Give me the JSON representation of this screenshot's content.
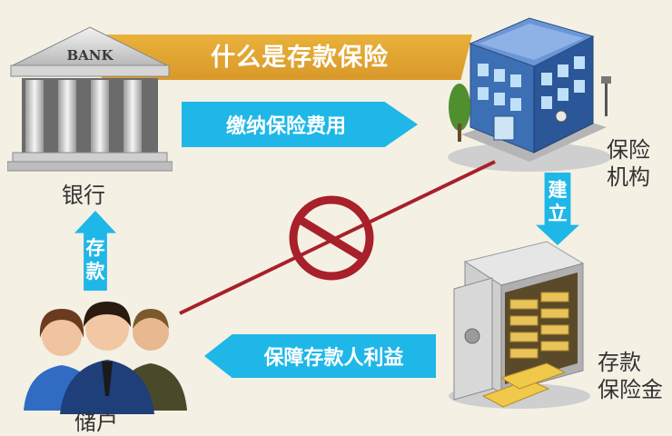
{
  "title": "什么是存款保险",
  "bank": {
    "sign": "BANK",
    "label": "银行"
  },
  "insurer": {
    "label_line1": "保险",
    "label_line2": "机构"
  },
  "fund": {
    "label_line1": "存款",
    "label_line2": "保险金"
  },
  "depositor": {
    "label": "储户"
  },
  "arrows": {
    "pay": "缴纳保险费用",
    "protect": "保障存款人利益",
    "deposit_top": "存",
    "deposit_bottom": "款",
    "establish_top": "建",
    "establish_bottom": "立"
  },
  "colors": {
    "accent_blue": "#1fb7e8",
    "banner_gold": "#e0a430",
    "prohibit_red": "#a8202a"
  }
}
